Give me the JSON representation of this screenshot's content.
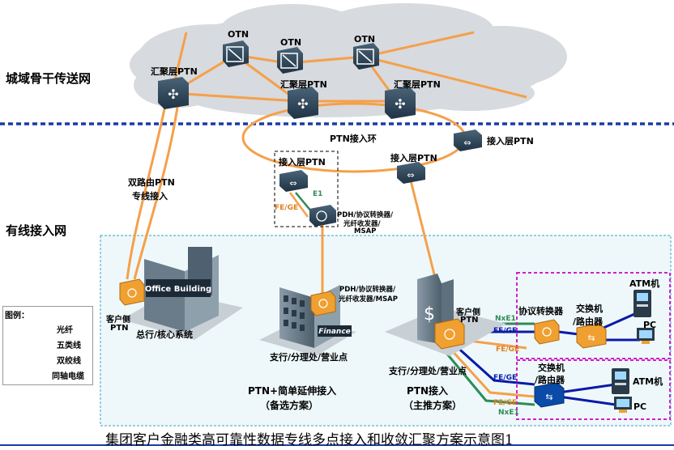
{
  "zones": {
    "backbone": "城域骨干传送网",
    "access": "有线接入网"
  },
  "cloud_nodes": {
    "otn_left": "OTN",
    "otn_mid": "OTN",
    "otn_right": "OTN",
    "agg_left": "汇聚层PTN",
    "agg_mid": "汇聚层PTN",
    "agg_right": "汇聚层PTN"
  },
  "ring": {
    "label": "PTN接入环",
    "access_left": "接入层PTN",
    "access_mid": "接入层PTN",
    "access_right": "接入层PTN"
  },
  "dual_route": {
    "line1": "双路由PTN",
    "line2": "专线接入"
  },
  "left_site": {
    "customer_ptn_line1": "客户侧",
    "customer_ptn_line2": "PTN",
    "building_sign": "Office Building",
    "name": "总行/核心系统"
  },
  "remote_conv": {
    "e1": "E1",
    "fe_ge": "FE/GE",
    "line1": "PDH/协议转换器/",
    "line2": "光纤收发器/",
    "line3": "MSAP"
  },
  "mid_site": {
    "conv_line1": "PDH/协议转换器/",
    "conv_line2": "光纤收发器/MSAP",
    "building_sign": "Finance",
    "name": "支行/分理处/营业点",
    "scheme_line1": "PTN+简单延伸接入",
    "scheme_line2": "（备选方案）"
  },
  "right_site": {
    "customer_ptn_line1": "客户侧",
    "customer_ptn_line2": "PTN",
    "name": "支行/分理处/营业点",
    "scheme_line1": "PTN接入",
    "scheme_line2": "（主推方案）",
    "link_nxe1_top": "NxE1",
    "link_fege_top": "FE/GE",
    "link_fege_mid": "FE/GE",
    "link_fege_low": "FE/GE",
    "link_fege_bottom": "FE/GE",
    "link_nxe1_bottom": "NxE1"
  },
  "top_box": {
    "protocol_converter": "协议转换器",
    "switch_line1": "交换机",
    "switch_line2": "/路由器",
    "atm": "ATM机",
    "pc": "PC"
  },
  "bottom_box": {
    "switch_line1": "交换机",
    "switch_line2": "/路由器",
    "atm": "ATM机",
    "pc": "PC"
  },
  "legend": {
    "title": "图例：",
    "items": [
      {
        "label": "光纤",
        "color": "#f5a04a"
      },
      {
        "label": "五类线",
        "color": "#0a1aa8"
      },
      {
        "label": "双绞线",
        "color": "#e020d0"
      },
      {
        "label": "同轴电缆",
        "color": "#2e8b57"
      }
    ]
  },
  "caption": "集团客户金融类高可靠性数据专线多点接入和收敛汇聚方案示意图1",
  "colors": {
    "fiber": "#f5a04a",
    "cat5": "#0a1aa8",
    "twisted_pair": "#e020d0",
    "coax": "#2e8b57",
    "divider": "#1a3aa8",
    "access_bg": "#eef8fa",
    "cloud": "#d7dade"
  }
}
